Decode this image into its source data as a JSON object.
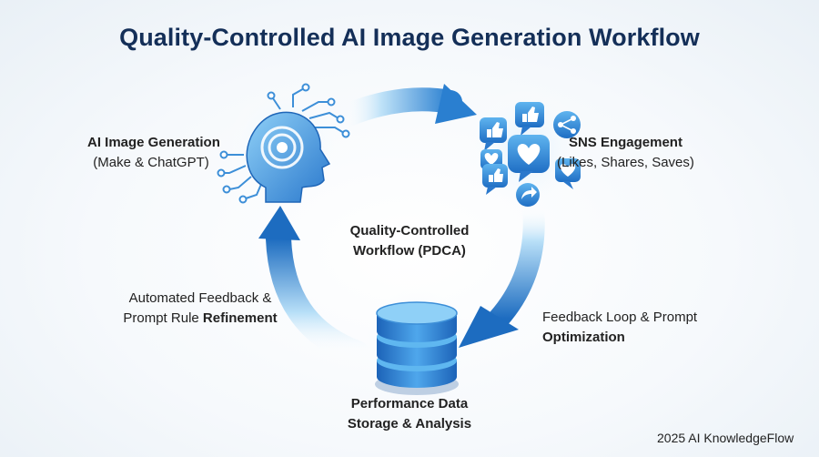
{
  "title": "Quality-Controlled AI Image Generation Workflow",
  "center_label": [
    "Quality-Controlled",
    "Workflow (PDCA)"
  ],
  "nodes": {
    "ai_generation": {
      "label": "AI Image Generation",
      "sublabel": "(Make & ChatGPT)",
      "icon": "ai-head-circuit-icon"
    },
    "sns_engagement": {
      "label": "SNS Engagement",
      "sublabel": "(Likes, Shares, Saves)",
      "icon": "social-reactions-icon"
    },
    "data_storage": {
      "label_line1": "Performance Data",
      "label_line2": "Storage & Analysis",
      "icon": "database-icon"
    }
  },
  "edges": {
    "feedback_loop": {
      "line1": "Feedback Loop & Prompt",
      "line2": "Optimization"
    },
    "automated_feedback": {
      "line1": "Automated Feedback &",
      "line2_prefix": "Prompt Rule ",
      "line2_bold": "Refinement"
    }
  },
  "footer": "2025 AI KnowledgeFlow",
  "colors": {
    "title": "#142f58",
    "arrow_dark": "#1b6fc2",
    "arrow_light": "#9fd3f5",
    "accent": "#2f86d6"
  }
}
